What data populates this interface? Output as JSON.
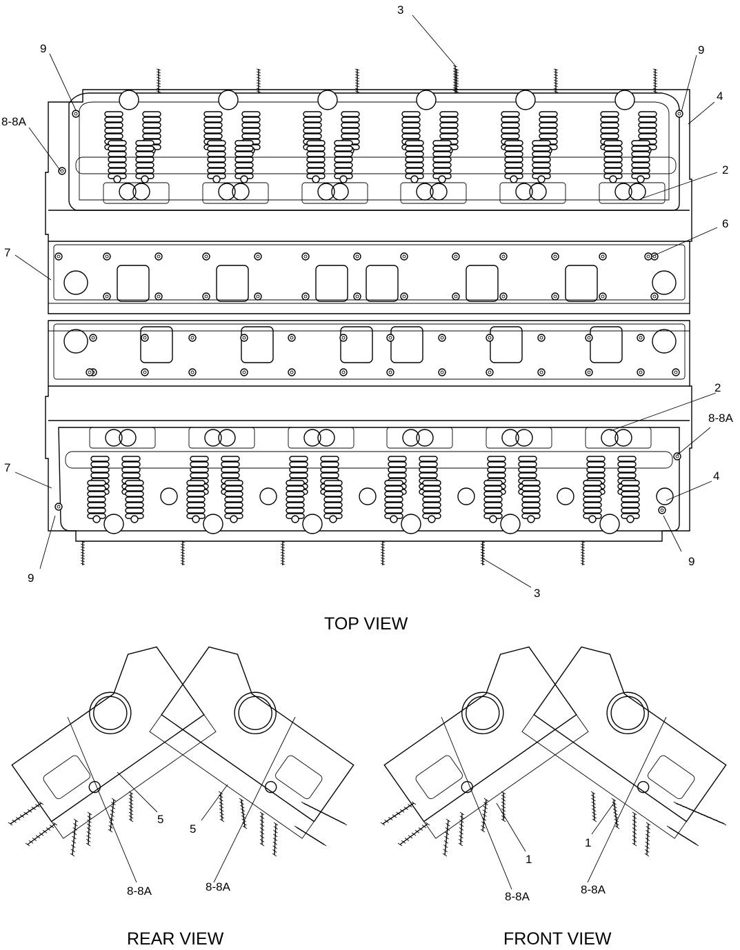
{
  "views": {
    "top": "TOP VIEW",
    "rear": "REAR VIEW",
    "front": "FRONT VIEW"
  },
  "callouts": {
    "c3_top": "3",
    "c9_tl": "9",
    "c9_tr": "9",
    "c8a_tl": "8-8A",
    "c4_tr": "4",
    "c2_top": "2",
    "c6": "6",
    "c7_top": "7",
    "c2_mid": "2",
    "c8a_mr": "8-8A",
    "c7_bot": "7",
    "c4_br": "4",
    "c9_bl": "9",
    "c9_br": "9",
    "c3_bot": "3",
    "c5_left": "5",
    "c5_right": "5",
    "c8a_rear_l": "8-8A",
    "c8a_rear_r": "8-8A",
    "c1_left": "1",
    "c1_right": "1",
    "c8a_front_l": "8-8A",
    "c8a_front_r": "8-8A"
  }
}
